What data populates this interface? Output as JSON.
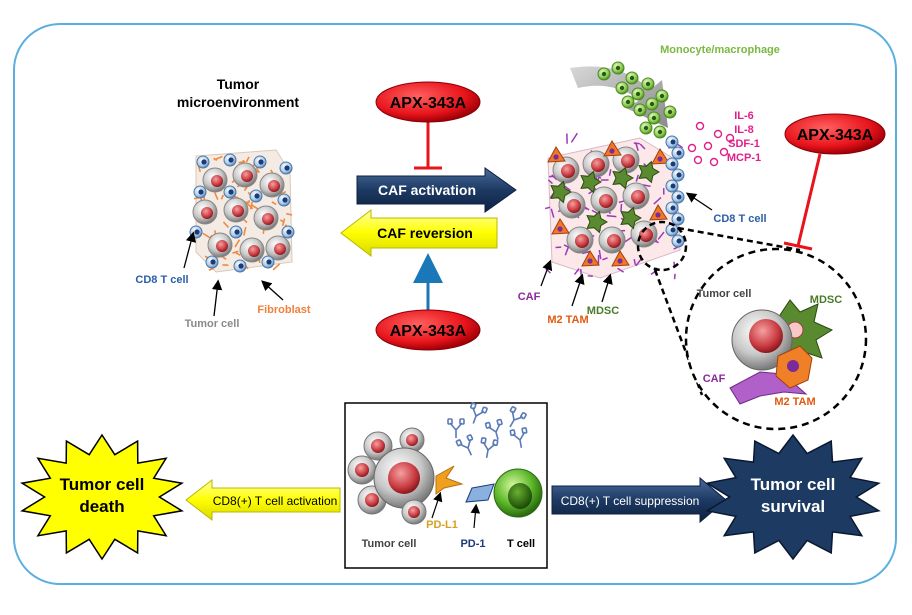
{
  "title": {
    "line1": "Tumor",
    "line2": "microenvironment"
  },
  "drug": {
    "name": "APX-343A"
  },
  "arrows": {
    "caf_activation": "CAF activation",
    "caf_reversion": "CAF reversion",
    "t_activation": "CD8(+) T cell activation",
    "t_suppression": "CD8(+) T cell suppression"
  },
  "left_cluster": {
    "cd8": "CD8 T cell",
    "tumor": "Tumor cell",
    "fibroblast": "Fibroblast"
  },
  "right_cluster": {
    "monocyte": "Monocyte/macrophage",
    "cytokines": [
      "IL-6",
      "IL-8",
      "SDF-1",
      "MCP-1"
    ],
    "cd8": "CD8 T cell",
    "caf": "CAF",
    "m2tam": "M2 TAM",
    "mdsc": "MDSC"
  },
  "zoom": {
    "tumor": "Tumor cell",
    "mdsc": "MDSC",
    "caf": "CAF",
    "m2tam": "M2 TAM"
  },
  "checkpoint": {
    "tumor": "Tumor cell",
    "pdl1": "PD-L1",
    "pd1": "PD-1",
    "tcell": "T cell"
  },
  "outcomes": {
    "death_l1": "Tumor cell",
    "death_l2": "death",
    "survival_l1": "Tumor cell",
    "survival_l2": "survival"
  },
  "colors": {
    "frame": "#5aaee0",
    "drug_red": "#e8141b",
    "navy": "#1d3a63",
    "yellow": "#ffff00",
    "cd8_blue": "#2a5fa8",
    "fibro_orange": "#f0803c",
    "caf_purple": "#8a2a9c",
    "tam_orange": "#e05a10",
    "mdsc_green": "#4a7a2a",
    "mono_green": "#7ab840",
    "cyto_pink": "#e0208a",
    "pd1_navy": "#1a3a7a",
    "pdl1_gold": "#d8a020"
  }
}
